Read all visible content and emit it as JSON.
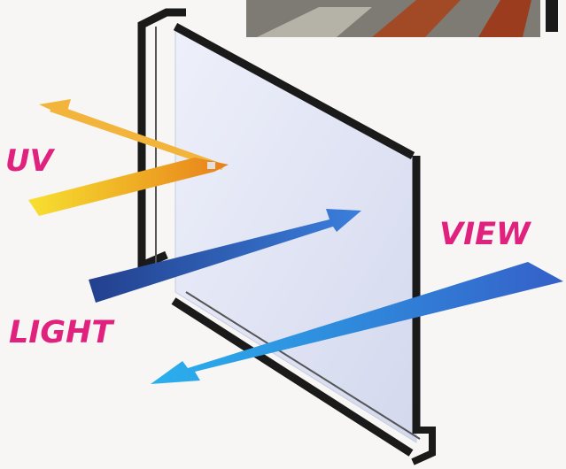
{
  "labels": {
    "uv": "UV",
    "light": "LIGHT",
    "view": "VIEW"
  },
  "colors": {
    "label": "#e0227e",
    "uv_arrow": "#f0a020",
    "light_arrow": "#2a5bb8",
    "view_arrow": "#2aa0e8",
    "glass": "#dfe3f3",
    "frame": "#1a1a1a",
    "background": "#f7f6f4"
  },
  "photo_inset": "interior-photo"
}
